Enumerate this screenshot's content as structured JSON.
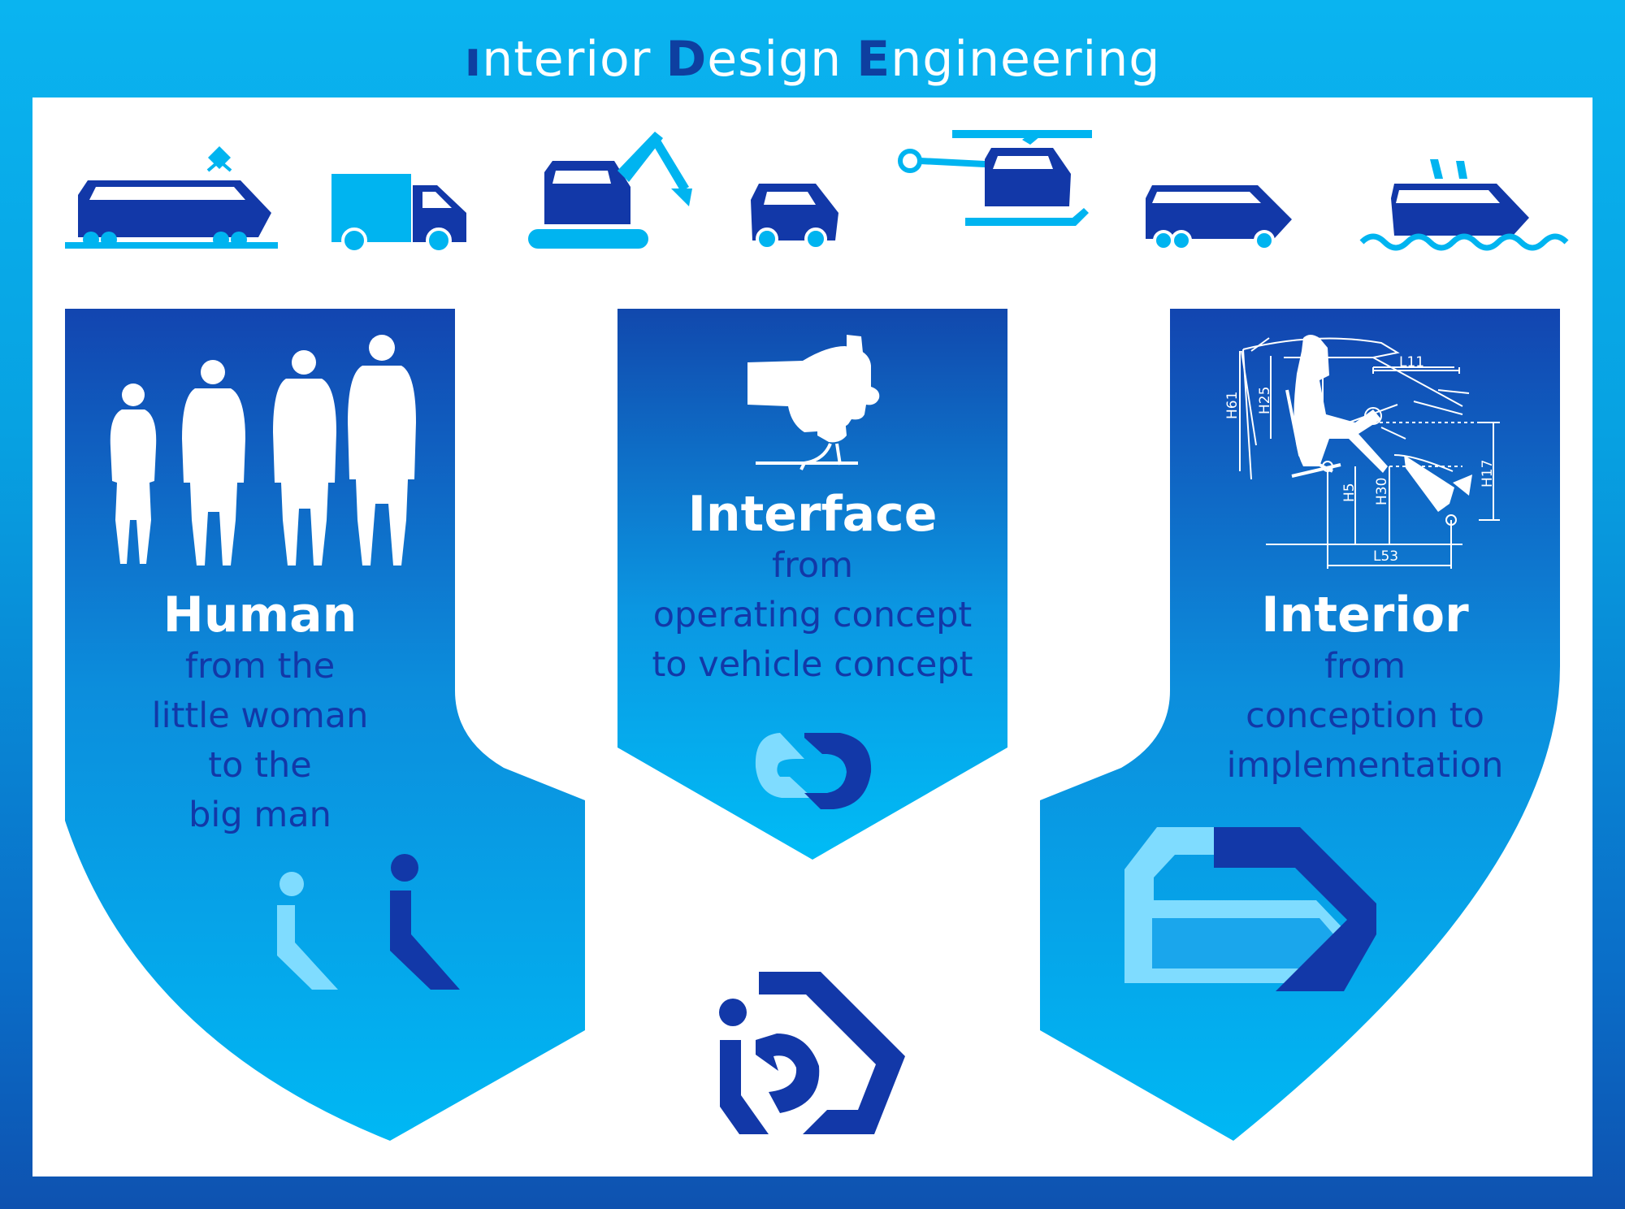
{
  "title": {
    "words": [
      {
        "first": "ı",
        "rest": "nterior"
      },
      {
        "first": "D",
        "rest": "esign"
      },
      {
        "first": "E",
        "rest": "ngineering"
      }
    ]
  },
  "colors": {
    "dark_blue": "#1238a8",
    "mid_blue": "#0a8fe0",
    "light_blue": "#00b4f0",
    "pale_blue": "#7fdcff",
    "white": "#ffffff"
  },
  "vehicles": [
    {
      "name": "train-icon"
    },
    {
      "name": "truck-icon"
    },
    {
      "name": "excavator-icon"
    },
    {
      "name": "car-icon"
    },
    {
      "name": "helicopter-icon"
    },
    {
      "name": "bus-icon"
    },
    {
      "name": "boat-icon"
    }
  ],
  "columns": {
    "human": {
      "heading": "Human",
      "lines": [
        "from the",
        "little woman",
        "to the",
        "big man"
      ]
    },
    "interface": {
      "heading": "Interface",
      "lines": [
        "from",
        "operating concept",
        "to vehicle concept"
      ]
    },
    "interior": {
      "heading": "Interior",
      "lines": [
        "from",
        "conception to",
        "implementation"
      ]
    }
  },
  "diagram_labels": {
    "l11": "L11",
    "h61": "H61",
    "h25": "H25",
    "h17": "H17",
    "h5": "H5",
    "h30": "H30",
    "l53": "L53"
  }
}
